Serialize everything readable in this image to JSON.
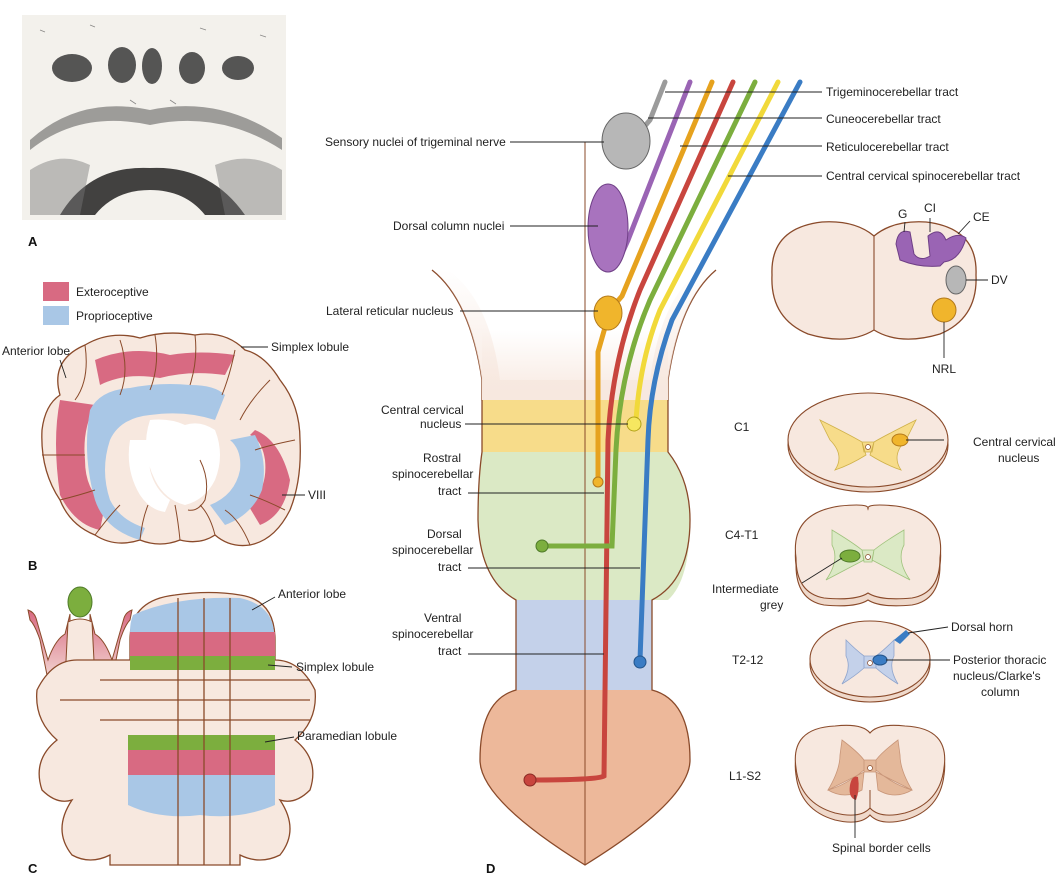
{
  "panel_letters": {
    "a": "A",
    "b": "B",
    "c": "C",
    "d": "D"
  },
  "legend": {
    "exteroceptive": "Exteroceptive",
    "proprioceptive": "Proprioceptive"
  },
  "panel_b": {
    "anterior_lobe": "Anterior lobe",
    "simplex_lobule": "Simplex lobule",
    "viii": "VIII"
  },
  "panel_c": {
    "anterior_lobe": "Anterior lobe",
    "simplex_lobule": "Simplex lobule",
    "paramedian_lobule": "Paramedian lobule"
  },
  "panel_d": {
    "tracts": [
      "Trigeminocerebellar tract",
      "Cuneocerebellar tract",
      "Reticulocerebellar tract",
      "Central cervical spinocerebellar tract"
    ],
    "nuclei": {
      "trigeminal": "Sensory nuclei of trigeminal nerve",
      "dorsal_column": "Dorsal column nuclei",
      "lateral_reticular": "Lateral reticular nucleus",
      "central_cervical_1": "Central cervical",
      "central_cervical_2": "nucleus",
      "rostral_1": "Rostral",
      "rostral_2": "spinocerebellar",
      "rostral_3": "tract",
      "dorsal_1": "Dorsal",
      "dorsal_2": "spinocerebellar",
      "dorsal_3": "tract",
      "ventral_1": "Ventral",
      "ventral_2": "spinocerebellar",
      "ventral_3": "tract"
    },
    "medulla": {
      "g": "G",
      "ci": "CI",
      "ce": "CE",
      "dv": "DV",
      "nrl": "NRL"
    },
    "levels": {
      "c1": "C1",
      "c4t1": "C4-T1",
      "t212": "T2-12",
      "l1s2": "L1-S2"
    },
    "cross_labels": {
      "central_cervical_1": "Central cervical",
      "central_cervical_2": "nucleus",
      "intermediate_1": "Intermediate",
      "intermediate_2": "grey",
      "dorsal_horn": "Dorsal horn",
      "posterior_1": "Posterior thoracic",
      "posterior_2": "nucleus/Clarke's",
      "posterior_3": "column",
      "spinal_border": "Spinal border cells"
    }
  },
  "colors": {
    "exteroceptive": "#d86a82",
    "proprioceptive": "#a9c7e6",
    "trigemino": "#9b9b9b",
    "cuneo": "#9a64b4",
    "reticulo": "#e6a21e",
    "central_cervical_tract": "#f1d93a",
    "dorsal_sc": "#7cae3e",
    "rostral": "#7cae3e",
    "ventral_sc": "#c8453e",
    "blue_tract": "#3a7cc4",
    "outline": "#8a4a2a",
    "tissue": "#f7e8df"
  }
}
